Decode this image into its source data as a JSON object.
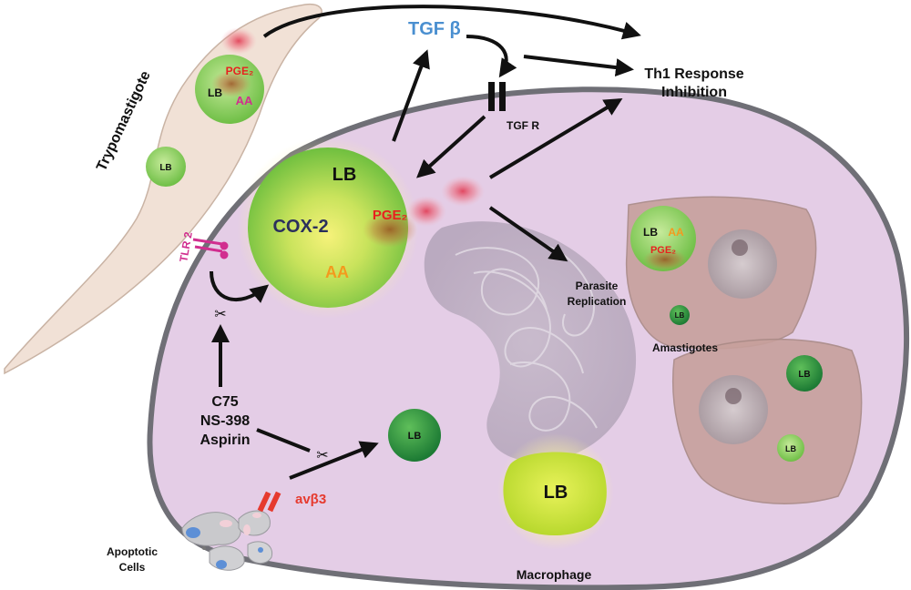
{
  "labels": {
    "tgf_beta": "TGF β",
    "th1_line1": "Th1 Response",
    "th1_line2": "Inhibition",
    "tgf_r": "TGF R",
    "trypomastigote": "Trypomastigote",
    "tlr2": "TLR 2",
    "drugs_line1": "C75",
    "drugs_line2": "NS-398",
    "drugs_line3": "Aspirin",
    "avb3": "avβ3",
    "apoptotic_line1": "Apoptotic",
    "apoptotic_line2": "Cells",
    "macrophage": "Macrophage",
    "parasite_line1": "Parasite",
    "parasite_line2": "Replication",
    "amastigotes": "Amastigotes",
    "lb": "LB",
    "cox2": "COX-2",
    "aa": "AA",
    "pge2": "PGE₂"
  },
  "colors": {
    "macrophage_fill": "#e4cde6",
    "macrophage_stroke": "#6f6f76",
    "trypomastigote_fill": "#f1e1d6",
    "lipid_body_green": "#8fcf50",
    "lipid_body_dark": "#1f7a3a",
    "tgf_blue": "#4a8fd0",
    "pge2_red": "#e8201e",
    "aa_orange": "#f39a1e",
    "tlr2_magenta": "#d12e8f",
    "avb3_red": "#e63a2e",
    "amastigote_fill": "#c7a09c"
  }
}
